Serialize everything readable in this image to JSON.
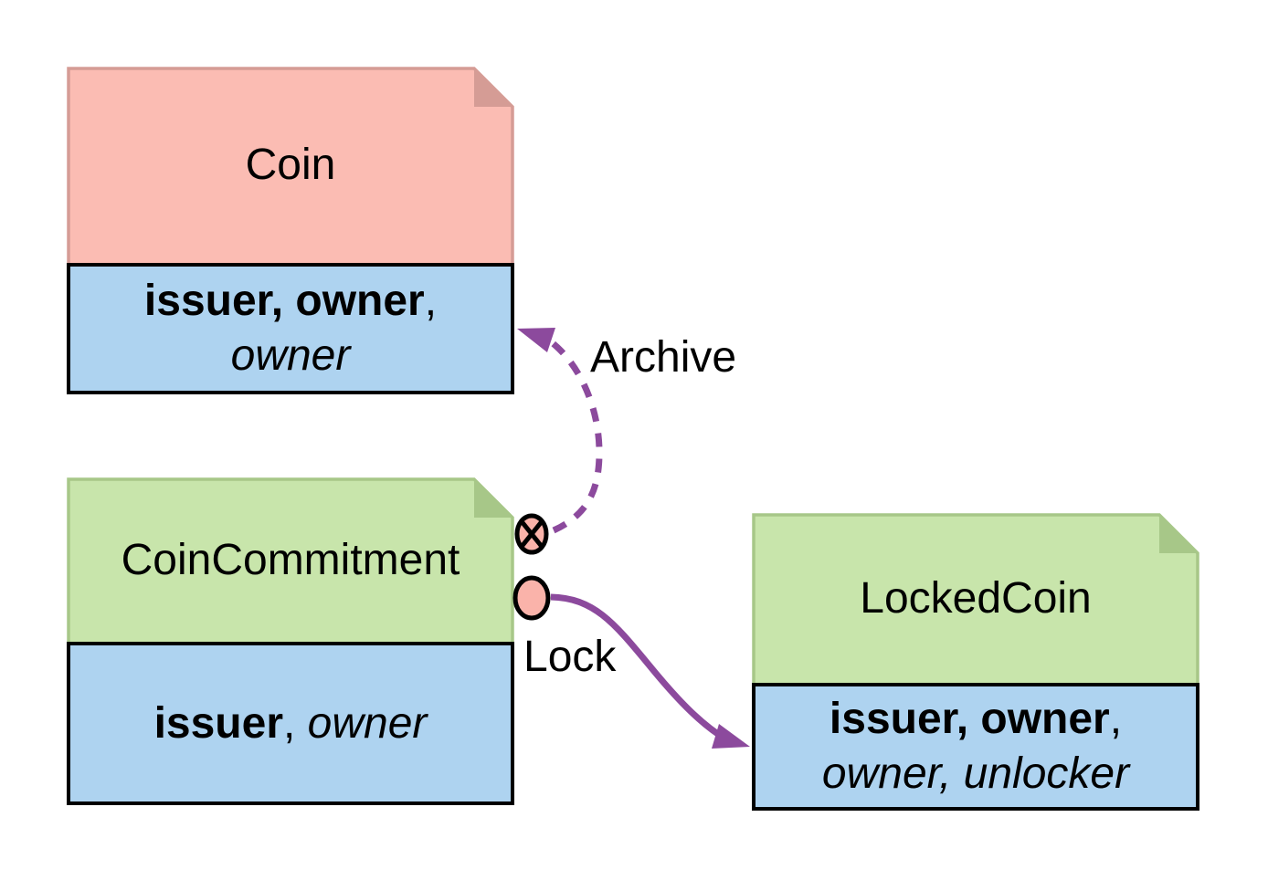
{
  "colors": {
    "background": "#ffffff",
    "pink_fill": "#fbbcb3",
    "pink_edge": "#d59c95",
    "green_fill": "#c8e5ab",
    "green_edge": "#a7c788",
    "blue_fill": "#aed3f0",
    "body_border": "#000000",
    "purple": "#8c4a9d",
    "marker_fill": "#fab3aa"
  },
  "states": {
    "coin": {
      "title": "Coin",
      "signers": "issuer, owner",
      "signers_sep": ",",
      "participants": "owner"
    },
    "coin_commitment": {
      "title": "CoinCommitment",
      "signers": "issuer",
      "signers_sep": ", ",
      "participants": "owner"
    },
    "locked_coin": {
      "title": "LockedCoin",
      "signers": "issuer, owner",
      "signers_sep": ",",
      "participants": "owner, unlocker"
    }
  },
  "transitions": {
    "archive": {
      "label": "Archive",
      "style": "dashed",
      "from": "CoinCommitment",
      "to": "Coin"
    },
    "lock": {
      "label": "Lock",
      "style": "solid",
      "from": "CoinCommitment",
      "to": "LockedCoin"
    }
  },
  "icons": {
    "archive_source": "crossed-circle-icon",
    "lock_source": "circle-icon"
  }
}
